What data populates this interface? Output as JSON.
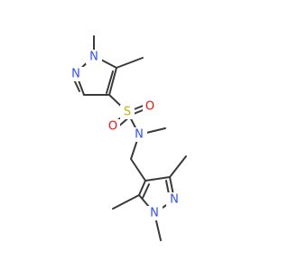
{
  "atoms": {
    "n_ring1_a": "N",
    "n_ring1_b": "N",
    "sulfur": "S",
    "oxygen_left": "O",
    "oxygen_right": "O",
    "n_amide": "N",
    "n_ring2_a": "N",
    "n_ring2_b": "N"
  },
  "colors": {
    "bond": "#3a3a3a",
    "nitrogen": "#3050f8",
    "oxygen": "#ff0d0d",
    "sulfur": "#b8b800",
    "background": "#ffffff"
  }
}
